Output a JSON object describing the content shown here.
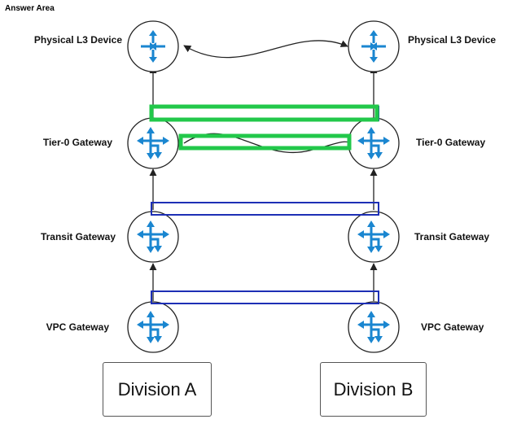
{
  "header": {
    "title": "Answer Area"
  },
  "left_column": {
    "labels": [
      "Physical L3 Device",
      "Tier-0 Gateway",
      "Transit Gateway",
      "VPC Gateway"
    ],
    "division": "Division A"
  },
  "right_column": {
    "labels": [
      "Physical L3 Device",
      "Tier-0 Gateway",
      "Transit Gateway",
      "VPC Gateway"
    ],
    "division": "Division B"
  },
  "colors": {
    "icon_blue": "#1a86d0",
    "highlight_green": "#22c84a",
    "box_blue": "#1d2fb5"
  }
}
